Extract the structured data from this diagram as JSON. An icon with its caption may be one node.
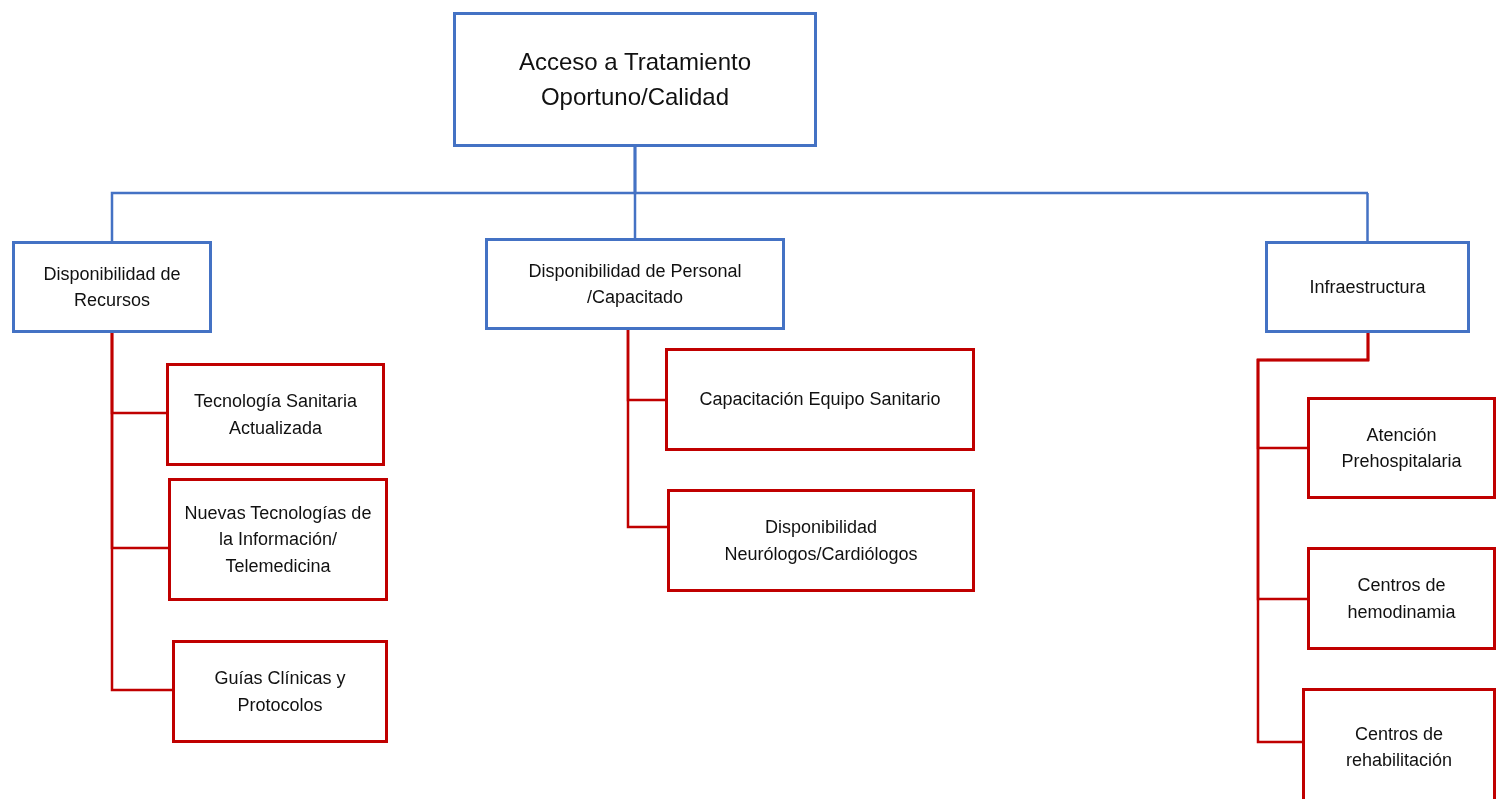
{
  "diagram": {
    "nodes": [
      {
        "text": [
          "Acceso a Tratamiento Oportuno/Calidad"
        ]
      },
      {
        "text": [
          "Disponibilidad de Recursos"
        ]
      },
      {
        "text": [
          "Disponibilidad de Personal /Capacitado"
        ]
      },
      {
        "text": [
          "Infraestructura"
        ]
      },
      {
        "text": [
          "Tecnología Sanitaria Actualizada"
        ]
      },
      {
        "text": [
          "Nuevas Tecnologías de la Información/ Telemedicina"
        ]
      },
      {
        "text": [
          "Guías Clínicas y Protocolos"
        ]
      },
      {
        "text": [
          "Capacitación Equipo Sanitario"
        ]
      },
      {
        "text": [
          "Disponibilidad Neurólogos/Cardiólogos"
        ]
      },
      {
        "text": [
          "Atención Prehospitalaria"
        ]
      },
      {
        "text": [
          "Centros de hemodinamia"
        ]
      },
      {
        "text": [
          "Centros de rehabilitación"
        ]
      }
    ],
    "edges": [
      {
        "from": 0,
        "to": 1,
        "arrow": "none",
        "color": "#4472c4"
      },
      {
        "from": 0,
        "to": 2,
        "arrow": "none",
        "color": "#4472c4"
      },
      {
        "from": 0,
        "to": 3,
        "arrow": "none",
        "color": "#4472c4"
      },
      {
        "from": 1,
        "to": 4,
        "arrow": "none"
      },
      {
        "from": 1,
        "to": 5,
        "arrow": "none"
      },
      {
        "from": 1,
        "to": 6,
        "arrow": "none"
      },
      {
        "from": 2,
        "to": 7,
        "arrow": "none"
      },
      {
        "from": 2,
        "to": 8,
        "arrow": "none"
      },
      {
        "from": 3,
        "to": 9,
        "arrow": "none"
      },
      {
        "from": 3,
        "to": 10,
        "arrow": "none"
      },
      {
        "from": 3,
        "to": 11,
        "arrow": "none"
      }
    ]
  }
}
